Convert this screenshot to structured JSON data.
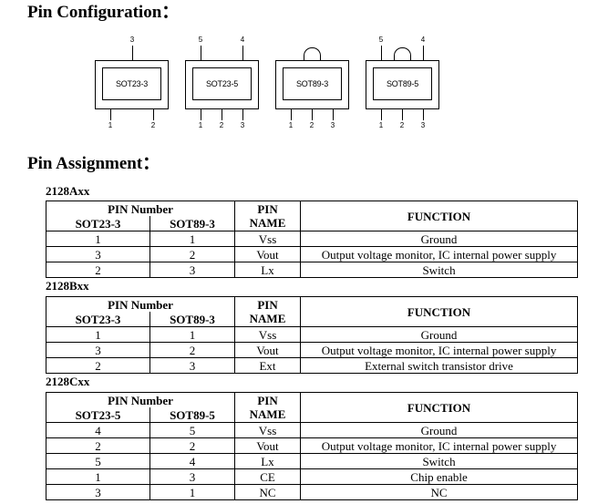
{
  "pin_configuration": {
    "heading": "Pin Configuration：",
    "packages": [
      {
        "label": "SOT23-3",
        "top_pins": [
          "3"
        ],
        "bottom_pins": [
          "1",
          "2"
        ]
      },
      {
        "label": "SOT23-5",
        "top_pins": [
          "5",
          "4"
        ],
        "bottom_pins": [
          "1",
          "2",
          "3"
        ]
      },
      {
        "label": "SOT89-3",
        "top_pins": [],
        "bottom_pins": [
          "1",
          "2",
          "3"
        ]
      },
      {
        "label": "SOT89-5",
        "top_pins": [
          "5",
          "4"
        ],
        "bottom_pins": [
          "1",
          "2",
          "3"
        ]
      }
    ]
  },
  "pin_assignment": {
    "heading": "Pin Assignment：",
    "tables": [
      {
        "label": "2128Axx",
        "group_header": "PIN Number",
        "col_a": "SOT23-3",
        "col_b": "SOT89-3",
        "pin_name_header": "PIN\nNAME",
        "function_header": "FUNCTION",
        "rows": [
          [
            "1",
            "1",
            "Vss",
            "Ground"
          ],
          [
            "3",
            "2",
            "Vout",
            "Output voltage monitor, IC internal power supply"
          ],
          [
            "2",
            "3",
            "Lx",
            "Switch"
          ]
        ]
      },
      {
        "label": "2128Bxx",
        "group_header": "PIN Number",
        "col_a": "SOT23-3",
        "col_b": "SOT89-3",
        "pin_name_header": "PIN\nNAME",
        "function_header": "FUNCTION",
        "rows": [
          [
            "1",
            "1",
            "Vss",
            "Ground"
          ],
          [
            "3",
            "2",
            "Vout",
            "Output voltage monitor, IC internal power supply"
          ],
          [
            "2",
            "3",
            "Ext",
            "External switch transistor drive"
          ]
        ]
      },
      {
        "label": "2128Cxx",
        "group_header": "PIN Number",
        "col_a": "SOT23-5",
        "col_b": "SOT89-5",
        "pin_name_header": "PIN\nNAME",
        "function_header": "FUNCTION",
        "rows": [
          [
            "4",
            "5",
            "Vss",
            "Ground"
          ],
          [
            "2",
            "2",
            "Vout",
            "Output voltage monitor, IC internal power supply"
          ],
          [
            "5",
            "4",
            "Lx",
            "Switch"
          ],
          [
            "1",
            "3",
            "CE",
            "Chip enable"
          ],
          [
            "3",
            "1",
            "NC",
            "NC"
          ]
        ]
      }
    ]
  }
}
